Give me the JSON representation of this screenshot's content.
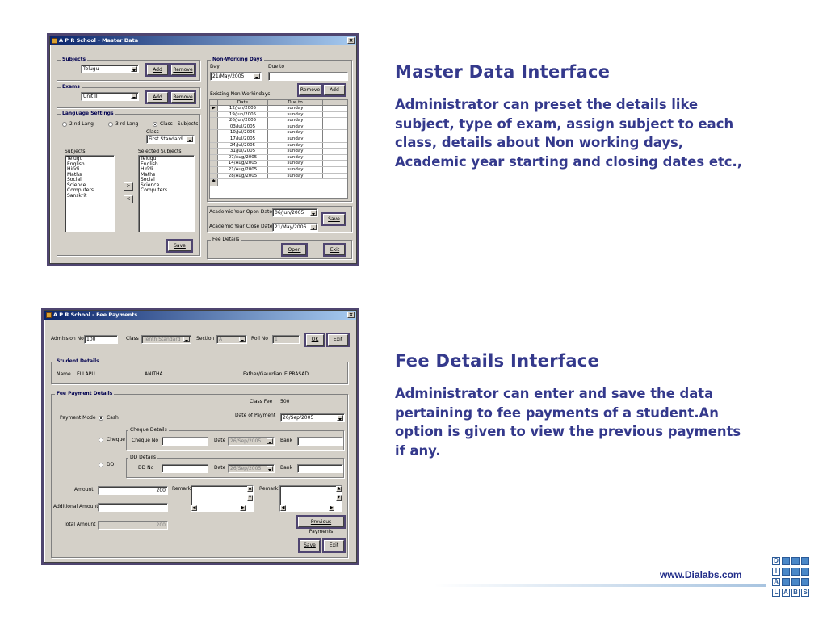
{
  "slide": {
    "s1": {
      "heading": "Master Data Interface",
      "body": "Administrator can preset the details like subject, type of exam, assign subject to each class, details about Non working days, Academic year starting and closing dates etc.,"
    },
    "s2": {
      "heading": "Fee Details Interface",
      "body": "Administrator can enter and save the data pertaining to fee payments of a student.An option is given to view the previous payments if any."
    },
    "footer_url": "www.Dialabs.com",
    "logo_letters": [
      "D",
      "I",
      "A",
      "L",
      "A",
      "B",
      "S"
    ]
  },
  "master": {
    "title": "A P R School  - Master Data",
    "close": "×",
    "subjects": {
      "label": "Subjects",
      "value": "Telugu",
      "add": "Add",
      "remove": "Remove"
    },
    "exams": {
      "label": "Exams",
      "value": "Unit II",
      "add": "Add",
      "remove": "Remove"
    },
    "language": {
      "label": "Language Settings",
      "radio1": "2 nd Lang",
      "radio2": "3 rd Lang",
      "radio3": "Class - Subjects",
      "class_label": "Class",
      "class_value": "First Standard",
      "subjects_label": "Subjects",
      "selected_label": "Selected Subjects",
      "subjects": [
        "Telugu",
        "English",
        "Hindi",
        "Maths",
        "Social",
        "Science",
        "Computers",
        "Sanskrit"
      ],
      "selected": [
        "Telugu",
        "English",
        "Hindi",
        "Maths",
        "Social",
        "Science",
        "Computers"
      ],
      "move_right": ">",
      "move_left": "<",
      "save": "Save"
    },
    "nonworking": {
      "label": "Non-Working Days",
      "day_label": "Day",
      "due_label": "Due to",
      "day_value": "21/May/2005",
      "remove": "Remove",
      "add": "Add",
      "existing_label": "Existing  Non-Workindays",
      "col_date": "Date",
      "col_due": "Due to",
      "rows": [
        [
          "12/Jun/2005",
          "sunday"
        ],
        [
          "19/Jun/2005",
          "sunday"
        ],
        [
          "26/Jun/2005",
          "sunday"
        ],
        [
          "03/Jul/2005",
          "sunday"
        ],
        [
          "10/Jul/2005",
          "sunday"
        ],
        [
          "17/Jul/2005",
          "sunday"
        ],
        [
          "24/Jul/2005",
          "sunday"
        ],
        [
          "31/Jul/2005",
          "sunday"
        ],
        [
          "07/Aug/2005",
          "sunday"
        ],
        [
          "14/Aug/2005",
          "sunday"
        ],
        [
          "21/Aug/2005",
          "sunday"
        ],
        [
          "28/Aug/2005",
          "sunday"
        ]
      ],
      "current_marker": "▶",
      "new_marker": "✱"
    },
    "academic": {
      "open_label": "Academic Year Open Date:",
      "open_value": "06/Jun/2005",
      "close_label": "Academic Year Close Date:",
      "close_value": "21/May/2006",
      "save": "Save"
    },
    "fee": {
      "label": "Fee Details",
      "open": "Open",
      "exit": "Exit"
    }
  },
  "fee": {
    "title": "A P R School  - Fee Payments",
    "close": "×",
    "top": {
      "admission_label": "Admission No",
      "admission_value": "100",
      "class_label": "Class",
      "class_value": "Tenth Standard",
      "section_label": "Section",
      "section_value": "A",
      "roll_label": "Roll No",
      "roll_value": "1",
      "ok": "OK",
      "exit": "Exit"
    },
    "student": {
      "label": "Student Details",
      "name_label": "Name",
      "name1": "ELLAPU",
      "name2": "ANITHA",
      "guardian_label": "Father/Gaurdian",
      "guardian_value": "E.PRASAD"
    },
    "payment": {
      "label": "Fee Payment Details",
      "class_fee_label": "Class Fee",
      "class_fee_value": "500",
      "mode_label": "Payment Mode",
      "cash": "Cash",
      "date_label": "Date of Payment",
      "date_value": "26/Sep/2005",
      "cheque": "Cheque",
      "cheque_group": "Cheque Details",
      "cheque_no": "Cheque No",
      "dd": "DD",
      "dd_group": "DD Details",
      "dd_no": "DD No",
      "date": "Date",
      "date_dis": "26/Sep/2005",
      "bank": "Bank",
      "amount_label": "Amount",
      "amount_value": "200",
      "additional_label": "Additional Amount",
      "total_label": "Total Amount",
      "total_value": "200",
      "remark": "Remark",
      "remark1": "Remark1",
      "previous": "Previous Payments",
      "save": "Save",
      "exit": "Exit"
    }
  }
}
